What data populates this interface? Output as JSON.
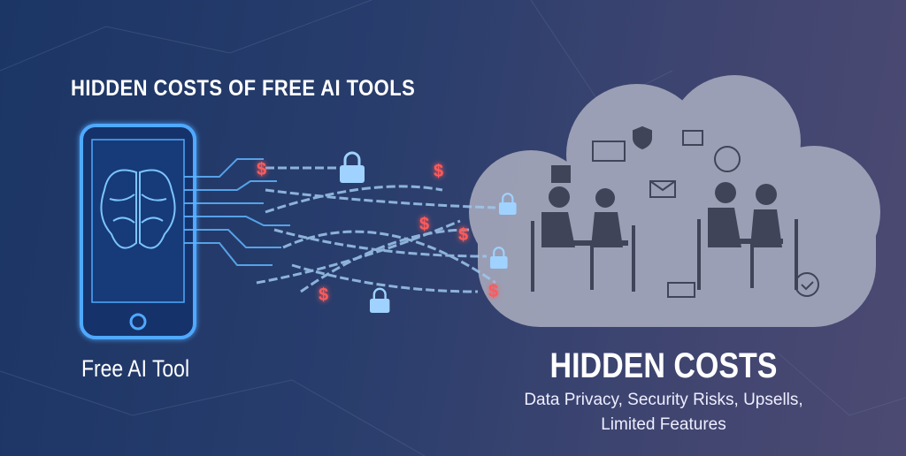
{
  "header": {
    "title": "HIDDEN COSTS OF FREE AI TOOLS"
  },
  "phone": {
    "label": "Free AI Tool"
  },
  "hidden_costs": {
    "title": "HIDDEN COSTS",
    "lines": [
      "Data Privacy, Security Risks, Upsells,",
      "Limited Features"
    ]
  },
  "colors": {
    "accent_blue": "#4fa9ff",
    "dollar_red": "#ff5a5a",
    "cloud": "#a3a7bb",
    "silhouette": "#3f4458"
  }
}
